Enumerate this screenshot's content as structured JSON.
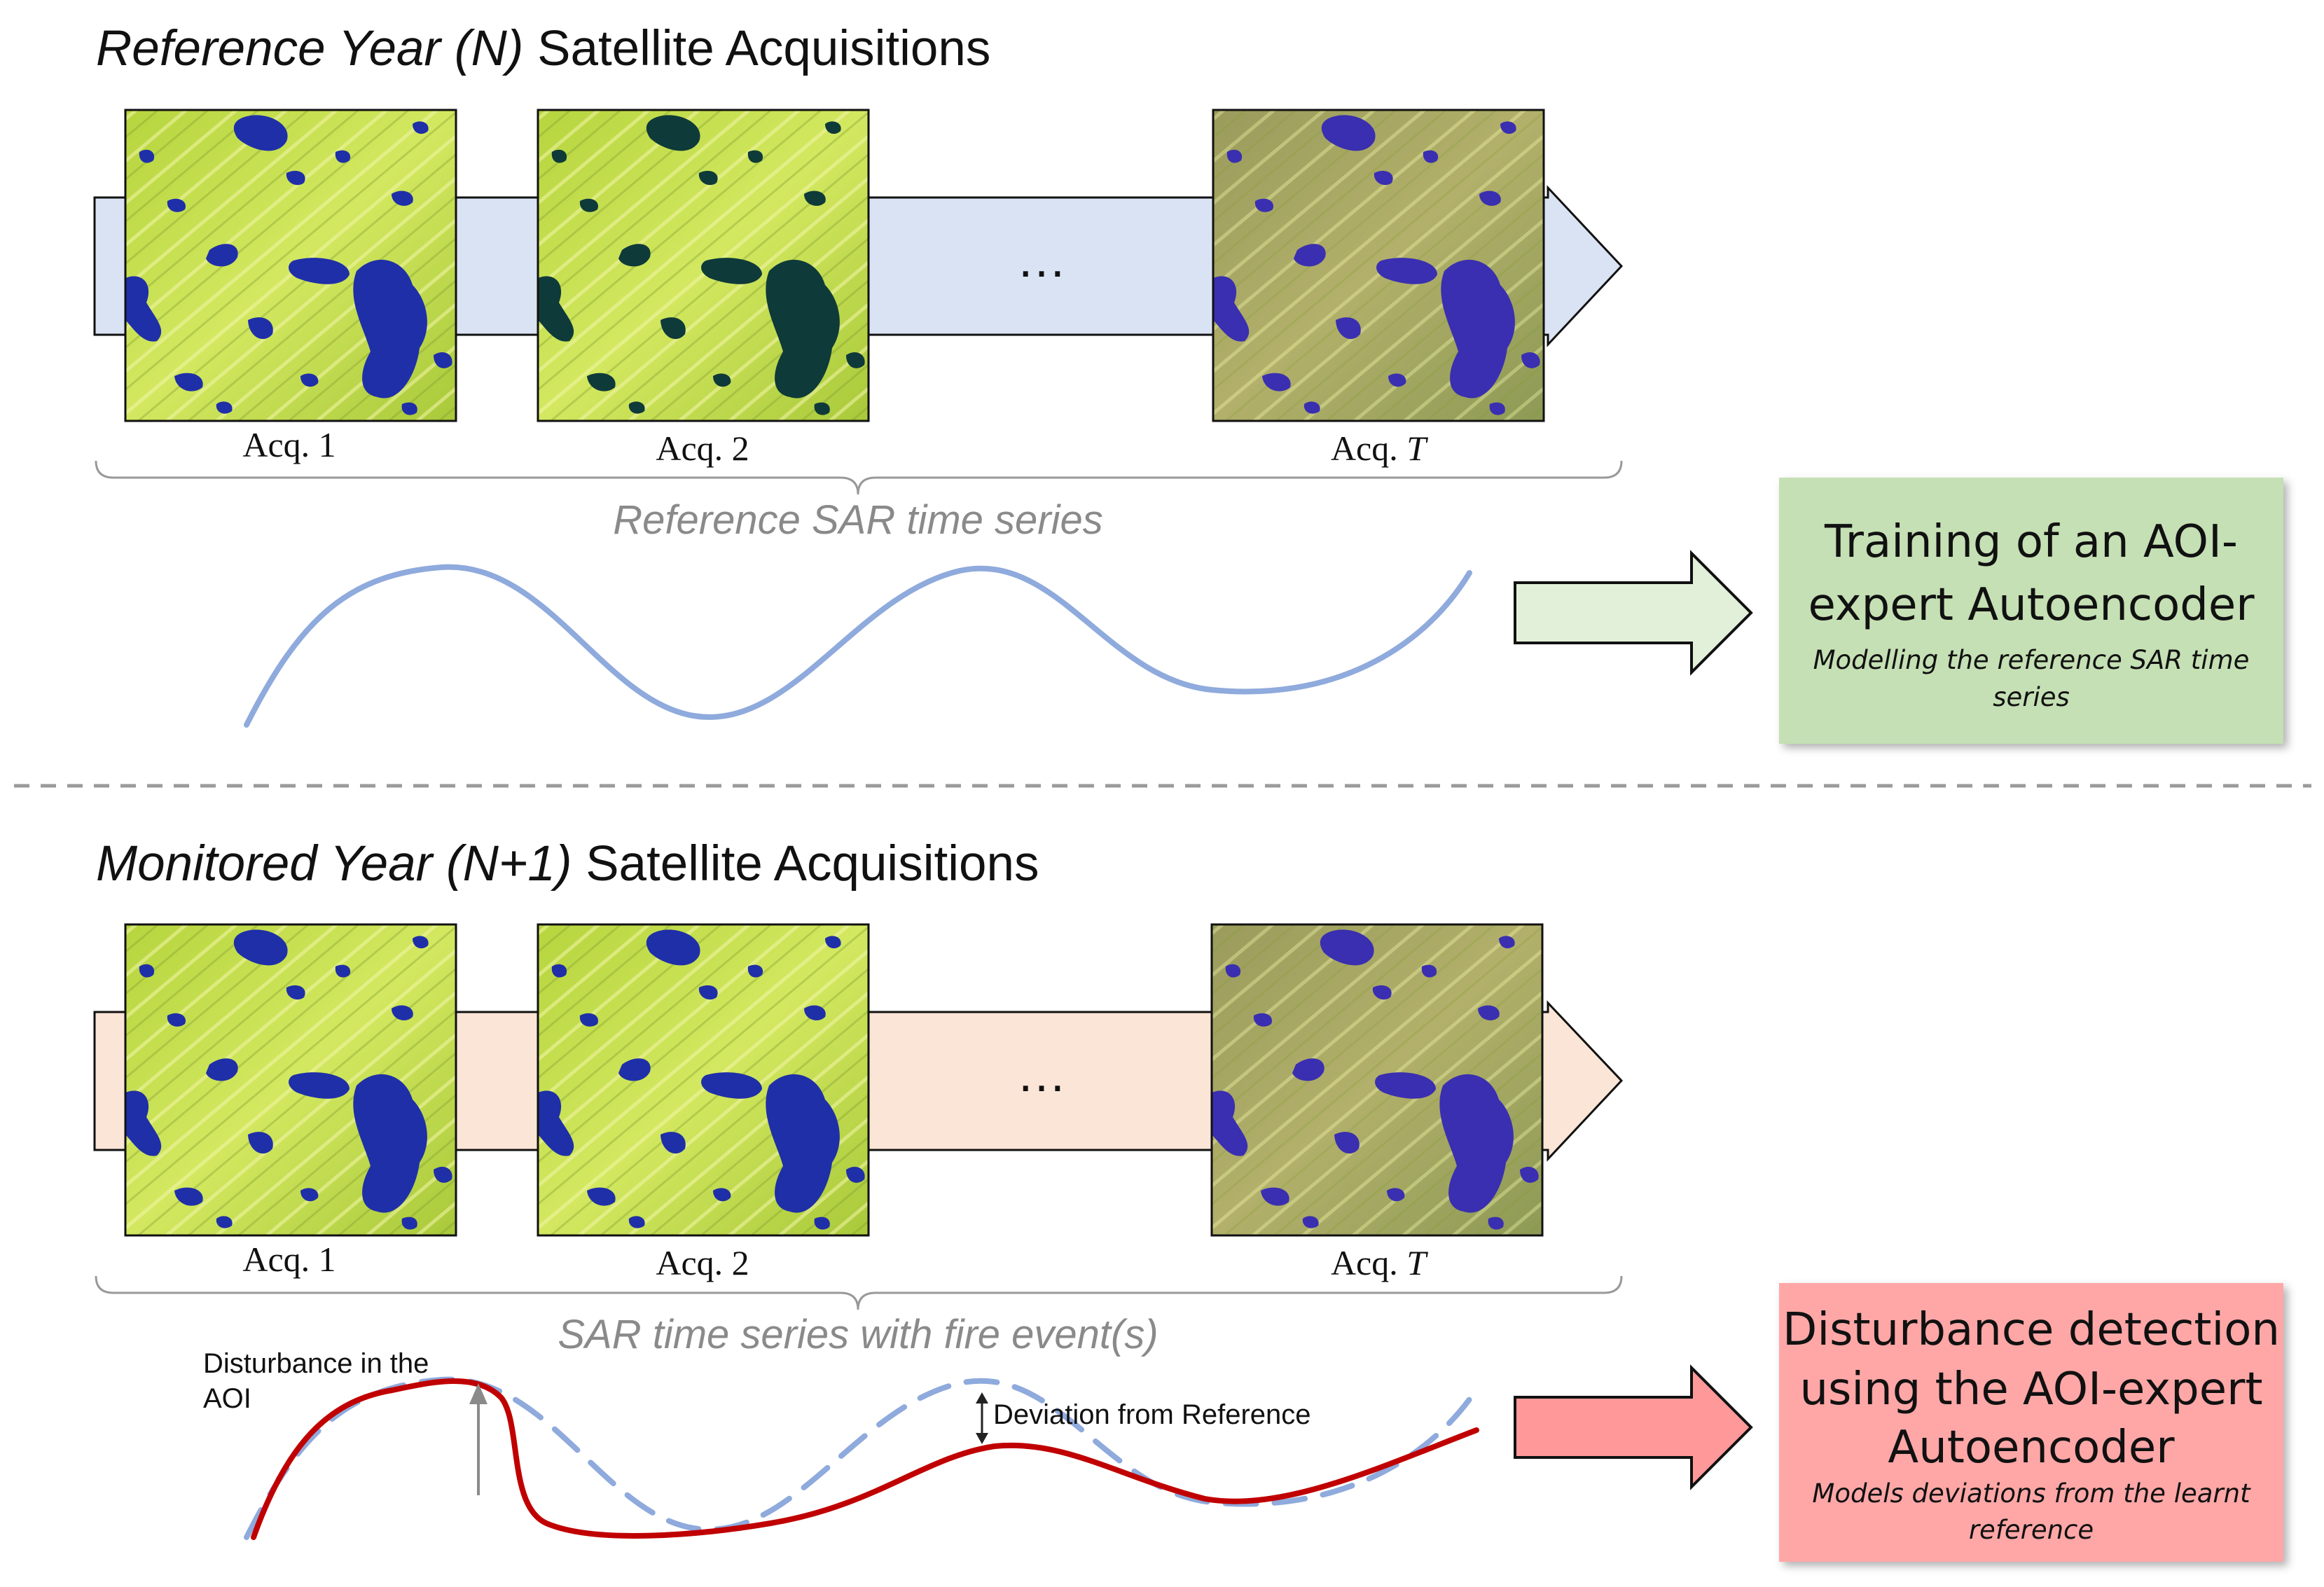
{
  "top": {
    "title_italic": "Reference Year (N)",
    "title_rest": " Satellite Acquisitions",
    "acq_labels": [
      {
        "prefix": "Acq. ",
        "index": "1"
      },
      {
        "prefix": "Acq. ",
        "index": "2"
      },
      {
        "prefix": "Acq. ",
        "index": "T"
      }
    ],
    "ellipsis": "…",
    "brace_label": "Reference SAR time series",
    "box": {
      "title_line1": "Training of an AOI-",
      "title_line2": "expert Autoencoder",
      "sub_line1": "Modelling the reference SAR time",
      "sub_line2": "series"
    }
  },
  "bottom": {
    "title_italic": "Monitored Year (N+1)",
    "title_rest": " Satellite Acquisitions",
    "acq_labels": [
      {
        "prefix": "Acq. ",
        "index": "1"
      },
      {
        "prefix": "Acq. ",
        "index": "2"
      },
      {
        "prefix": "Acq. ",
        "index": "T"
      }
    ],
    "ellipsis": "…",
    "brace_label": "SAR time series with fire event(s)",
    "annotation_disturbance_line1": "Disturbance in the",
    "annotation_disturbance_line2": "AOI",
    "annotation_deviation": "Deviation from Reference",
    "box": {
      "title_line1": "Disturbance detection",
      "title_line2": "using the AOI-expert",
      "title_line3": "Autoencoder",
      "sub_line1": "Models deviations from the learnt",
      "sub_line2": "reference"
    }
  },
  "colors": {
    "top_band": "#dae3f3",
    "bottom_band": "#fbe5d6",
    "top_arrow": "#e2f0d9",
    "bottom_arrow": "#ff9999",
    "top_box": "#c5e0b4",
    "bottom_box": "#ffa7a7",
    "reference_curve": "#8faadc",
    "disturbed_curve": "#c00000",
    "land": "#c4dc4a",
    "water": "#1a2fa0"
  }
}
